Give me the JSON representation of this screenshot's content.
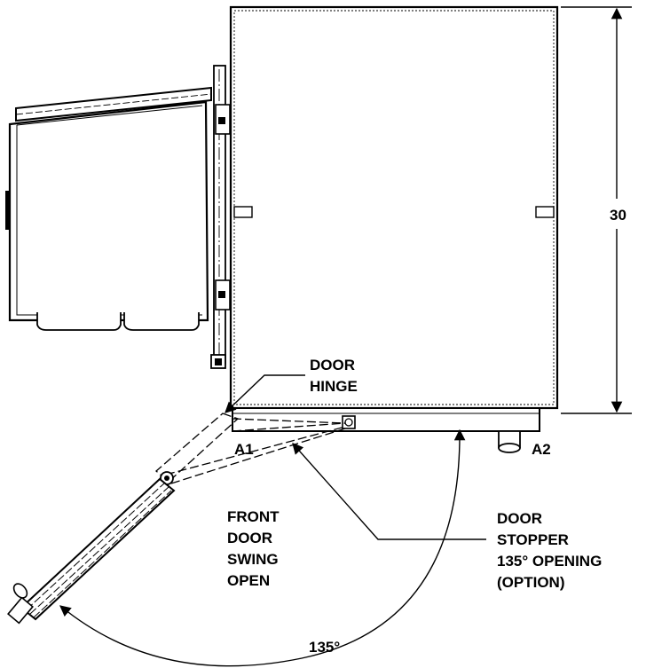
{
  "dimension": {
    "value": "30"
  },
  "labels": {
    "hinge": [
      "DOOR",
      "HINGE"
    ],
    "front_door": [
      "FRONT",
      "DOOR",
      "SWING",
      "OPEN"
    ],
    "stopper": [
      "DOOR",
      "STOPPER",
      "135° OPENING",
      "(OPTION)"
    ],
    "point_a1": "A1",
    "point_a2": "A2",
    "angle": "135°"
  },
  "colors": {
    "line": "#000000",
    "background": "#ffffff",
    "shade": "#9a9a9a"
  }
}
